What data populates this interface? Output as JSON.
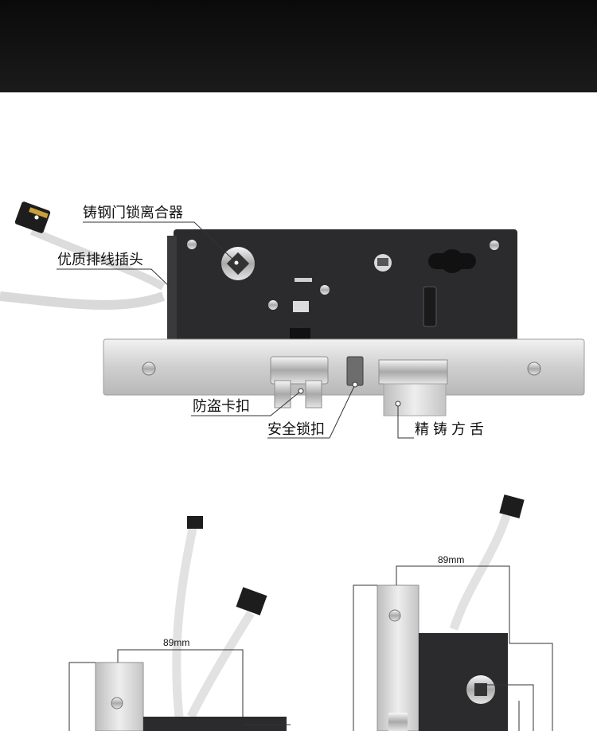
{
  "callouts": {
    "clutch": "铸钢门锁离合器",
    "connector": "优质排线插头",
    "anti_theft": "防盗卡扣",
    "safety_latch": "安全锁扣",
    "square_bolt": "精 铸 方 舌"
  },
  "dimensions": {
    "left_width": "89mm",
    "right_width": "89mm"
  },
  "colors": {
    "header": "#111111",
    "case": "#2b2b2d",
    "faceplate": "#d9d9d9"
  }
}
